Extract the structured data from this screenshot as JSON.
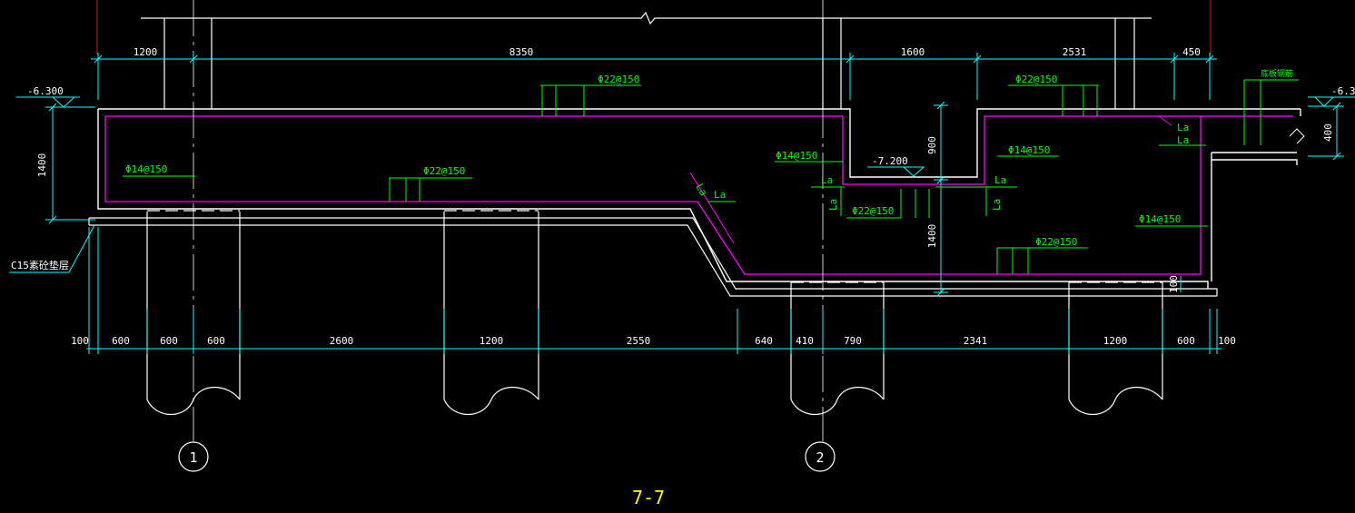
{
  "title": "7-7",
  "colors": {
    "background": "#000000",
    "outline": "#ffffff",
    "dimension": "#00ffff",
    "rebar": "#ff00ff",
    "annotation": "#00ff00",
    "title": "#ffff00",
    "column": "#ff0000"
  },
  "top_dims": [
    "1200",
    "8350",
    "1600",
    "2531",
    "450"
  ],
  "bottom_dims": [
    "100",
    "600",
    "600",
    "600",
    "2600",
    "1200",
    "2550",
    "640",
    "410",
    "790",
    "2341",
    "1200",
    "600",
    "100"
  ],
  "elevations": {
    "left": "-6.300",
    "mid": "-7.200",
    "right": "-6.3"
  },
  "vertical_dims": {
    "left": "1400",
    "mid_upper": "900",
    "mid_lower": "1400",
    "right": "400",
    "small": "100"
  },
  "rebar_labels": {
    "top_1": "Φ22@150",
    "top_2": "Φ22@150",
    "left_dist": "Φ14@150",
    "mid_bottom": "Φ22@150",
    "mid_dist": "Φ14@150",
    "pit_bottom": "Φ22@150",
    "pit_dist": "Φ14@150",
    "right_dist": "Φ14@150",
    "right_bottom": "Φ22@150"
  },
  "la_labels": {
    "slope_1": "La",
    "slope_2": "La",
    "pit_1": "La",
    "pit_2": "La",
    "pit_3": "La",
    "pit_4": "La",
    "right_1": "La",
    "right_2": "La"
  },
  "notes": {
    "cushion": "C15素砼垫层",
    "right_note": "底板钢筋"
  },
  "axes": [
    "1",
    "2"
  ]
}
